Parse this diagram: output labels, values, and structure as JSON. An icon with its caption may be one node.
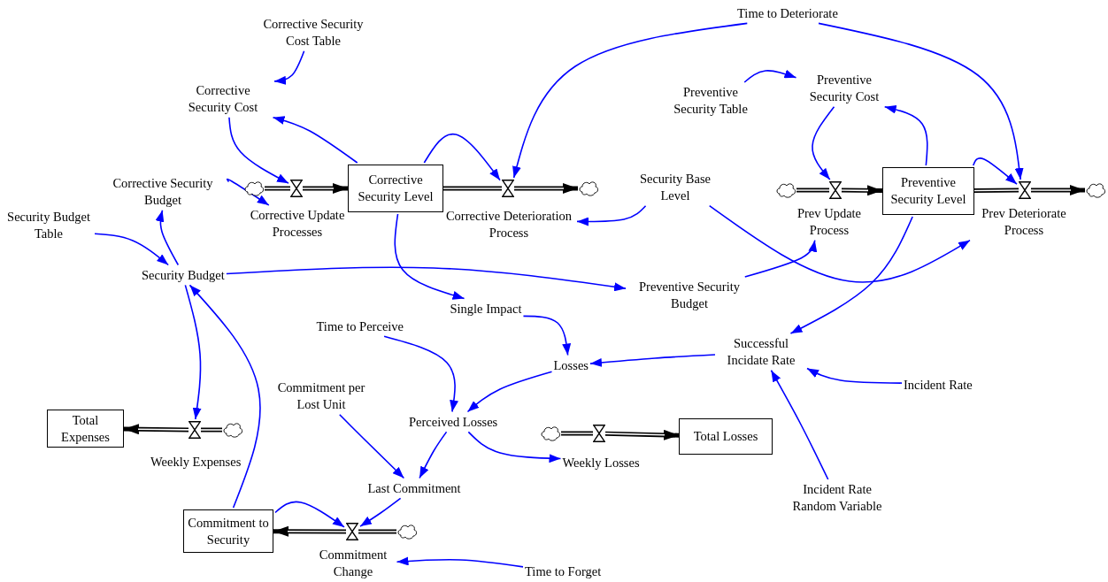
{
  "diagram": {
    "nodes": [
      {
        "text": [
          "Corrective Security Cost Table"
        ]
      },
      {
        "text": [
          "Corrective Security Cost"
        ]
      },
      {
        "text": [
          "Corrective Security Budget"
        ]
      },
      {
        "text": [
          "Security Budget Table"
        ]
      },
      {
        "text": [
          "Security Budget"
        ]
      },
      {
        "text": [],
        "shape": "cloud"
      },
      {
        "text": [],
        "shape": "valve"
      },
      {
        "text": [
          "Corrective Update Processes"
        ]
      },
      {
        "text": [
          "Corrective Security Level"
        ]
      },
      {
        "text": [],
        "shape": "valve"
      },
      {
        "text": [
          "Corrective Deterioration Process"
        ]
      },
      {
        "text": [],
        "shape": "cloud"
      },
      {
        "text": [
          "Time to Deteriorate"
        ]
      },
      {
        "text": [
          "Preventive Security Table"
        ]
      },
      {
        "text": [
          "Preventive Security Cost"
        ]
      },
      {
        "text": [
          "Security Base Level"
        ]
      },
      {
        "text": [],
        "shape": "cloud"
      },
      {
        "text": [],
        "shape": "valve"
      },
      {
        "text": [
          "Prev Update Process"
        ]
      },
      {
        "text": [
          "Preventive Security Level"
        ]
      },
      {
        "text": [],
        "shape": "valve"
      },
      {
        "text": [
          "Prev Deteriorate Process"
        ]
      },
      {
        "text": [],
        "shape": "cloud"
      },
      {
        "text": [
          "Preventive Security Budget"
        ]
      },
      {
        "text": [
          "Single Impact"
        ]
      },
      {
        "text": [
          "Time to Perceive"
        ]
      },
      {
        "text": [
          "Losses"
        ]
      },
      {
        "text": [
          "Successful Incidate Rate"
        ]
      },
      {
        "text": [
          "Incident Rate"
        ]
      },
      {
        "text": [
          "Commitment per Lost Unit"
        ]
      },
      {
        "text": [
          "Perceived Losses"
        ]
      },
      {
        "text": [
          "Total Expenses"
        ]
      },
      {
        "text": [],
        "shape": "valve"
      },
      {
        "text": [],
        "shape": "cloud"
      },
      {
        "text": [
          "Weekly Expenses"
        ]
      },
      {
        "text": [],
        "shape": "cloud"
      },
      {
        "text": [],
        "shape": "valve"
      },
      {
        "text": [
          "Weekly Losses"
        ]
      },
      {
        "text": [
          "Total Losses"
        ]
      },
      {
        "text": [
          "Incident Rate Random Variable"
        ]
      },
      {
        "text": [
          "Last Commitment"
        ]
      },
      {
        "text": [
          "Commitment to Security"
        ]
      },
      {
        "text": [],
        "shape": "valve"
      },
      {
        "text": [],
        "shape": "cloud"
      },
      {
        "text": [
          "Commitment Change"
        ]
      },
      {
        "text": [
          "Time to Forget"
        ]
      }
    ],
    "edges": [
      {
        "from": 5,
        "to": 6,
        "arrow": "none",
        "style": "thick",
        "color": "#000000"
      },
      {
        "from": 6,
        "to": 8,
        "arrow": "to",
        "style": "thick",
        "color": "#000000"
      },
      {
        "from": 8,
        "to": 9,
        "arrow": "none",
        "style": "thick",
        "color": "#000000"
      },
      {
        "from": 9,
        "to": 11,
        "arrow": "to",
        "style": "thick",
        "color": "#000000"
      },
      {
        "from": 16,
        "to": 17,
        "arrow": "none",
        "style": "thick",
        "color": "#000000"
      },
      {
        "from": 17,
        "to": 19,
        "arrow": "to",
        "style": "thick",
        "color": "#000000"
      },
      {
        "from": 19,
        "to": 20,
        "arrow": "none",
        "style": "thick",
        "color": "#000000"
      },
      {
        "from": 20,
        "to": 22,
        "arrow": "to",
        "style": "thick",
        "color": "#000000"
      },
      {
        "from": 33,
        "to": 32,
        "arrow": "none",
        "style": "thick",
        "color": "#000000"
      },
      {
        "from": 32,
        "to": 31,
        "arrow": "to",
        "style": "thick",
        "color": "#000000"
      },
      {
        "from": 35,
        "to": 36,
        "arrow": "none",
        "style": "thick",
        "color": "#000000"
      },
      {
        "from": 36,
        "to": 38,
        "arrow": "to",
        "style": "thick",
        "color": "#000000"
      },
      {
        "from": 43,
        "to": 42,
        "arrow": "none",
        "style": "thick",
        "color": "#000000"
      },
      {
        "from": 42,
        "to": 41,
        "arrow": "to",
        "style": "thick",
        "color": "#000000"
      },
      {
        "from": 0,
        "to": 1,
        "arrow": "to"
      },
      {
        "from": 1,
        "to": 6,
        "arrow": "to"
      },
      {
        "from": 8,
        "to": 1,
        "arrow": "to"
      },
      {
        "from": 8,
        "to": 9,
        "arrow": "to"
      },
      {
        "from": 12,
        "to": 9,
        "arrow": "to"
      },
      {
        "from": 12,
        "to": 20,
        "arrow": "to"
      },
      {
        "from": 2,
        "to": 7,
        "arrow": "to"
      },
      {
        "from": 3,
        "to": 4,
        "arrow": "to"
      },
      {
        "from": 4,
        "to": 2,
        "arrow": "to"
      },
      {
        "from": 4,
        "to": 23,
        "arrow": "to"
      },
      {
        "from": 4,
        "to": 32,
        "arrow": "to"
      },
      {
        "from": 41,
        "to": 4,
        "arrow": "to"
      },
      {
        "from": 8,
        "to": 24,
        "arrow": "to"
      },
      {
        "from": 13,
        "to": 14,
        "arrow": "to"
      },
      {
        "from": 14,
        "to": 17,
        "arrow": "to"
      },
      {
        "from": 19,
        "to": 14,
        "arrow": "to"
      },
      {
        "from": 19,
        "to": 20,
        "arrow": "to"
      },
      {
        "from": 15,
        "to": 10,
        "arrow": "to"
      },
      {
        "from": 15,
        "to": 21,
        "arrow": "to"
      },
      {
        "from": 23,
        "to": 18,
        "arrow": "to"
      },
      {
        "from": 19,
        "to": 27,
        "arrow": "to"
      },
      {
        "from": 24,
        "to": 26,
        "arrow": "to"
      },
      {
        "from": 27,
        "to": 26,
        "arrow": "to"
      },
      {
        "from": 28,
        "to": 27,
        "arrow": "to"
      },
      {
        "from": 39,
        "to": 27,
        "arrow": "to"
      },
      {
        "from": 25,
        "to": 30,
        "arrow": "to"
      },
      {
        "from": 26,
        "to": 30,
        "arrow": "to"
      },
      {
        "from": 30,
        "to": 40,
        "arrow": "to"
      },
      {
        "from": 30,
        "to": 37,
        "arrow": "to"
      },
      {
        "from": 29,
        "to": 40,
        "arrow": "to"
      },
      {
        "from": 40,
        "to": 42,
        "arrow": "to"
      },
      {
        "from": 41,
        "to": 42,
        "arrow": "to"
      },
      {
        "from": 45,
        "to": 44,
        "arrow": "to"
      }
    ]
  }
}
